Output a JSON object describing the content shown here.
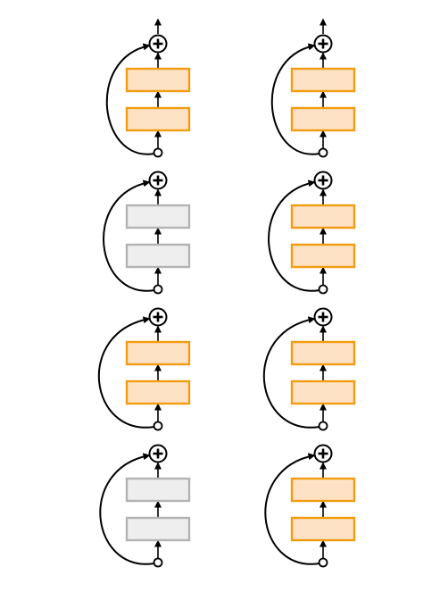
{
  "colors": {
    "active_fill": "#fde2c6",
    "active_stroke": "#f39c12",
    "inactive_fill": "#eeeeee",
    "inactive_stroke": "#b3b3b3",
    "line": "#000000",
    "background": "#ffffff"
  },
  "columns": [
    {
      "id": "left",
      "blocks": [
        {
          "state": "active"
        },
        {
          "state": "inactive"
        },
        {
          "state": "active"
        },
        {
          "state": "inactive"
        }
      ]
    },
    {
      "id": "right",
      "blocks": [
        {
          "state": "active"
        },
        {
          "state": "active"
        },
        {
          "state": "active"
        },
        {
          "state": "active"
        }
      ]
    }
  ],
  "icons": {
    "add": "plus-circle-icon",
    "split": "circle-node-icon",
    "arrow": "arrow-up-icon"
  }
}
